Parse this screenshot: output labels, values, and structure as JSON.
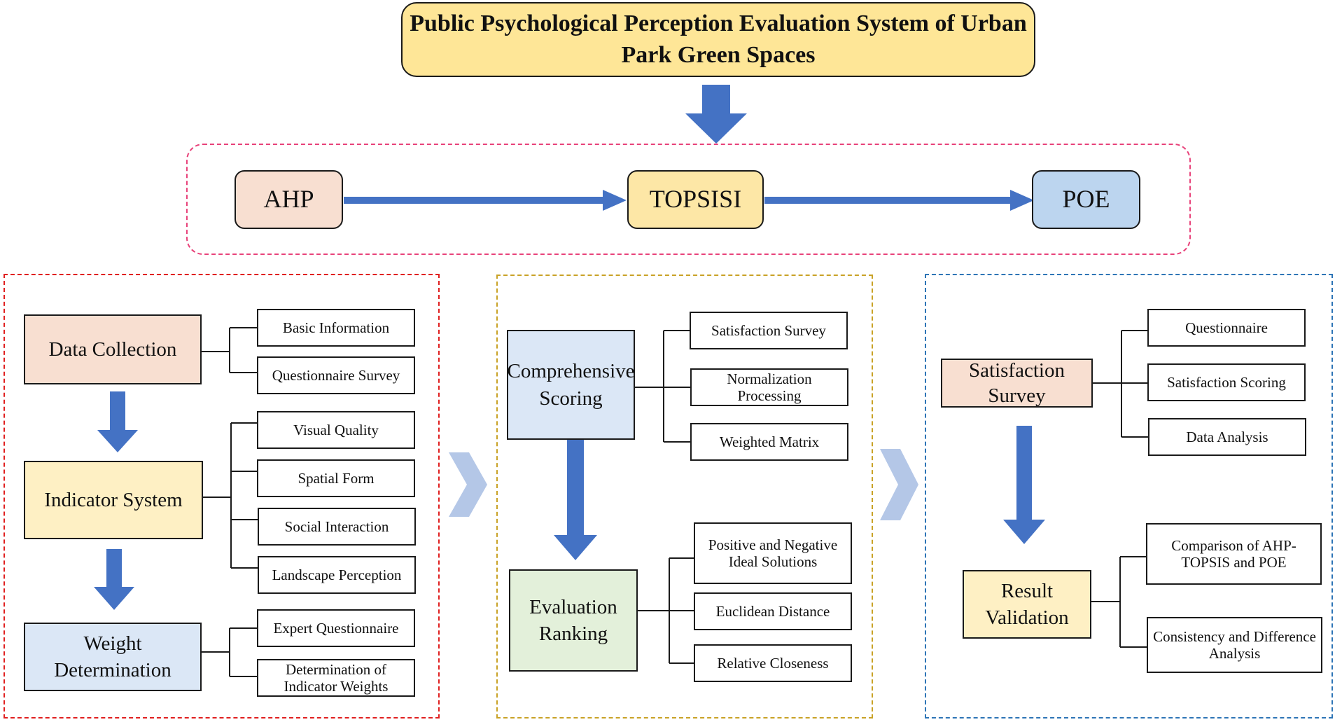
{
  "colors": {
    "arrow": "#4472c4",
    "chevron": "#b4c7e7",
    "method_region_border": "#e8427a",
    "left_region_border": "#e02020",
    "middle_region_border": "#c9a227",
    "right_region_border": "#2e75b6",
    "ahp_fill": "#f8dfd1",
    "topsis_fill": "#fde7a6",
    "poe_fill": "#bcd5ef"
  },
  "icons": [
    "down-arrow-icon",
    "right-arrow-icon",
    "chevron-right-icon"
  ],
  "title": "Public Psychological Perception Evaluation System of Urban Park Green Spaces",
  "methods": {
    "ahp": "AHP",
    "topsis": "TOPSISI",
    "poe": "POE"
  },
  "left": {
    "data_collection": {
      "label": "Data Collection",
      "children": [
        "Basic Information",
        "Questionnaire Survey"
      ]
    },
    "indicator_system": {
      "label": "Indicator System",
      "children": [
        "Visual Quality",
        "Spatial Form",
        "Social Interaction",
        "Landscape Perception"
      ]
    },
    "weight_determination": {
      "label": "Weight Determination",
      "children": [
        "Expert Questionnaire",
        "Determination of Indicator Weights"
      ]
    }
  },
  "middle": {
    "comprehensive_scoring": {
      "label": "Comprehensive Scoring",
      "children": [
        "Satisfaction Survey",
        "Normalization Processing",
        "Weighted Matrix"
      ]
    },
    "evaluation_ranking": {
      "label": "Evaluation Ranking",
      "children": [
        "Positive and Negative Ideal Solutions",
        "Euclidean Distance",
        "Relative Closeness"
      ]
    }
  },
  "right": {
    "satisfaction_survey": {
      "label": "Satisfaction Survey",
      "children": [
        "Questionnaire",
        "Satisfaction Scoring",
        "Data Analysis"
      ]
    },
    "result_validation": {
      "label": "Result Validation",
      "children": [
        "Comparison of AHP-TOPSIS and POE",
        "Consistency and Difference Analysis"
      ]
    }
  }
}
